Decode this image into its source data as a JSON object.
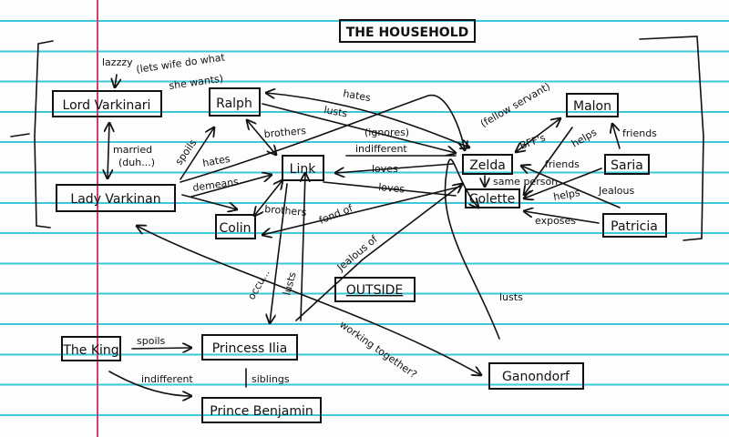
{
  "title": "THE HOUSEHOLD",
  "nodes": {
    "lord": "Lord Varkinari",
    "lady": "Lady Varkinan",
    "ralph": "Ralph",
    "link": "Link",
    "colin": "Colin",
    "zelda": "Zelda",
    "colette": "Colette",
    "malon": "Malon",
    "saria": "Saria",
    "patricia": "Patricia",
    "outside": "OUTSIDE",
    "king": "The King",
    "ilia": "Princess Ilia",
    "benjamin": "Prince Benjamin",
    "ganondorf": "Ganondorf"
  },
  "edge_labels": {
    "lazzzy_1": "lazzzy",
    "lazzzy_2": "(lets wife do what",
    "lazzzy_3": "she wants)",
    "married_1": "married",
    "married_2": "(duh...)",
    "spoils_lady_ralph": "spoils",
    "hates_lady_zelda": "hates",
    "demeans": "demeans",
    "brothers_ralph_link": "brothers",
    "brothers_link_colin": "brothers",
    "hates_ralph": "hates",
    "lusts_ralph": "lusts",
    "ignores_1": "(ignores)",
    "ignores_2": "indifferent",
    "loves_1": "loves",
    "loves_2": "loves",
    "fond_of": "fond of",
    "jealous_of": "Jealous of",
    "occu": "occu...",
    "lusts_link_ilia": "lusts",
    "lusts_ganondorf": "lusts",
    "fellow_servant_1": "(fellow servant)",
    "fellow_servant_2": "BFF's",
    "helps_friends_1": "helps",
    "helps_friends_2": "friends",
    "friends": "friends",
    "same_person": "same person",
    "helps": "helps",
    "jealous": "Jealous",
    "exposes": "exposes",
    "spoils_king": "spoils",
    "indifferent_king": "indifferent",
    "siblings": "siblings",
    "working_together": "working together?"
  }
}
